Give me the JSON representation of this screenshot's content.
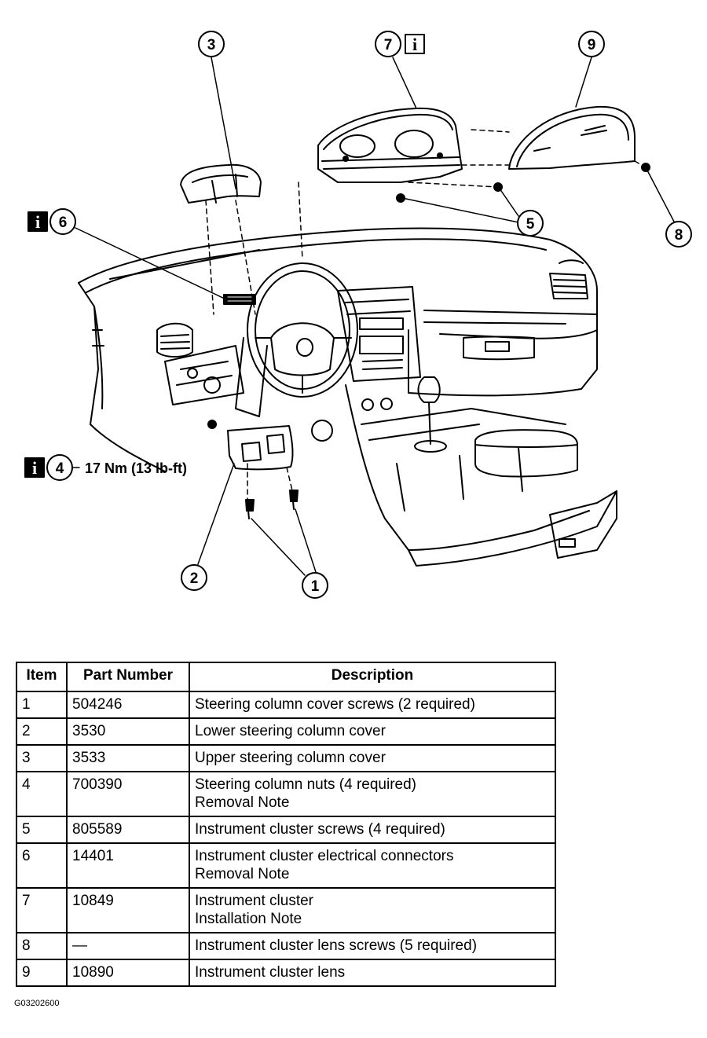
{
  "callouts": {
    "c1": "1",
    "c2": "2",
    "c3": "3",
    "c4": "4",
    "c5": "5",
    "c6": "6",
    "c7": "7",
    "c8": "8",
    "c9": "9"
  },
  "info_glyph": "i",
  "torque_label": "17 Nm (13 lb-ft)",
  "icons": [
    "info-icon"
  ],
  "table": {
    "headers": [
      "Item",
      "Part Number",
      "Description"
    ],
    "rows": [
      {
        "item": "1",
        "part": "504246",
        "desc": [
          "Steering column cover screws (2 required)"
        ]
      },
      {
        "item": "2",
        "part": "3530",
        "desc": [
          "Lower steering column cover"
        ]
      },
      {
        "item": "3",
        "part": "3533",
        "desc": [
          "Upper steering column cover"
        ]
      },
      {
        "item": "4",
        "part": "700390",
        "desc": [
          "Steering column nuts (4 required)",
          "Removal Note"
        ]
      },
      {
        "item": "5",
        "part": "805589",
        "desc": [
          "Instrument cluster screws (4 required)"
        ]
      },
      {
        "item": "6",
        "part": "14401",
        "desc": [
          "Instrument cluster electrical connectors",
          "Removal Note"
        ]
      },
      {
        "item": "7",
        "part": "10849",
        "desc": [
          "Instrument cluster",
          "Installation Note"
        ]
      },
      {
        "item": "8",
        "part": "—",
        "desc": [
          "Instrument cluster lens screws (5 required)"
        ]
      },
      {
        "item": "9",
        "part": "10890",
        "desc": [
          "Instrument cluster lens"
        ]
      }
    ]
  },
  "figure_code": "G03202600"
}
